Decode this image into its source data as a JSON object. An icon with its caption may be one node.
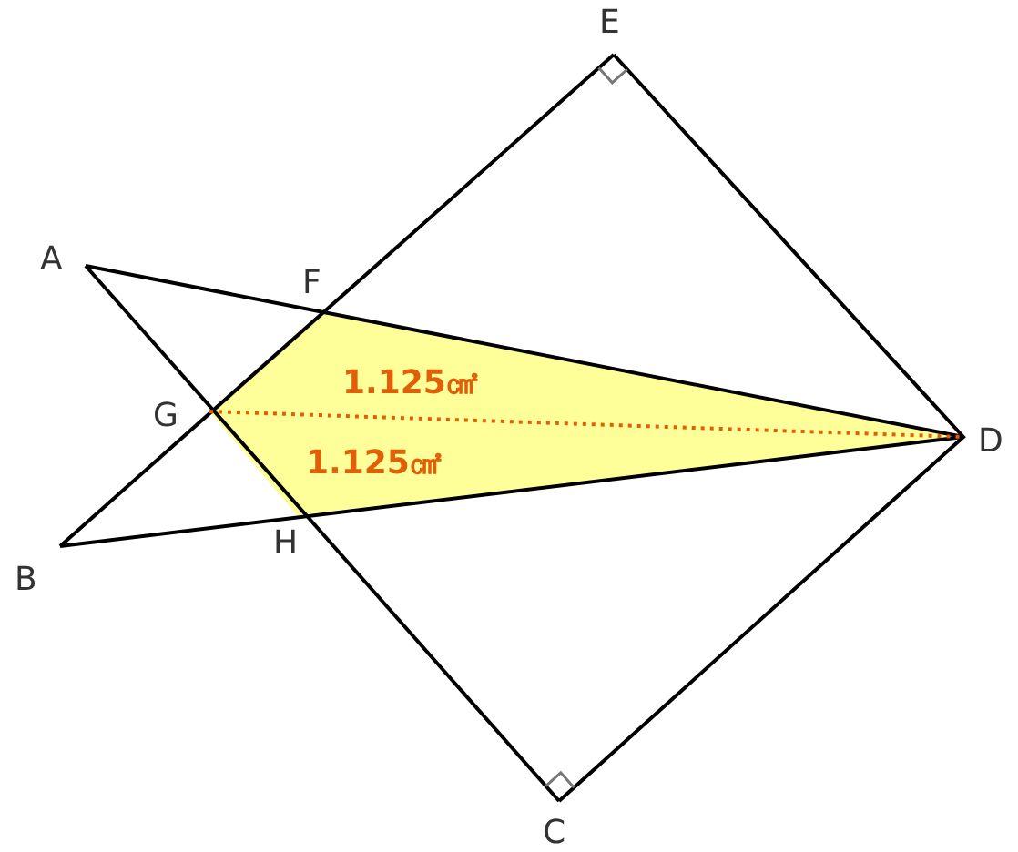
{
  "diagram": {
    "labels": [
      "E",
      "A",
      "F",
      "1.125㎠",
      "G",
      "D",
      "1.125㎠",
      "B",
      "H",
      "C"
    ]
  }
}
